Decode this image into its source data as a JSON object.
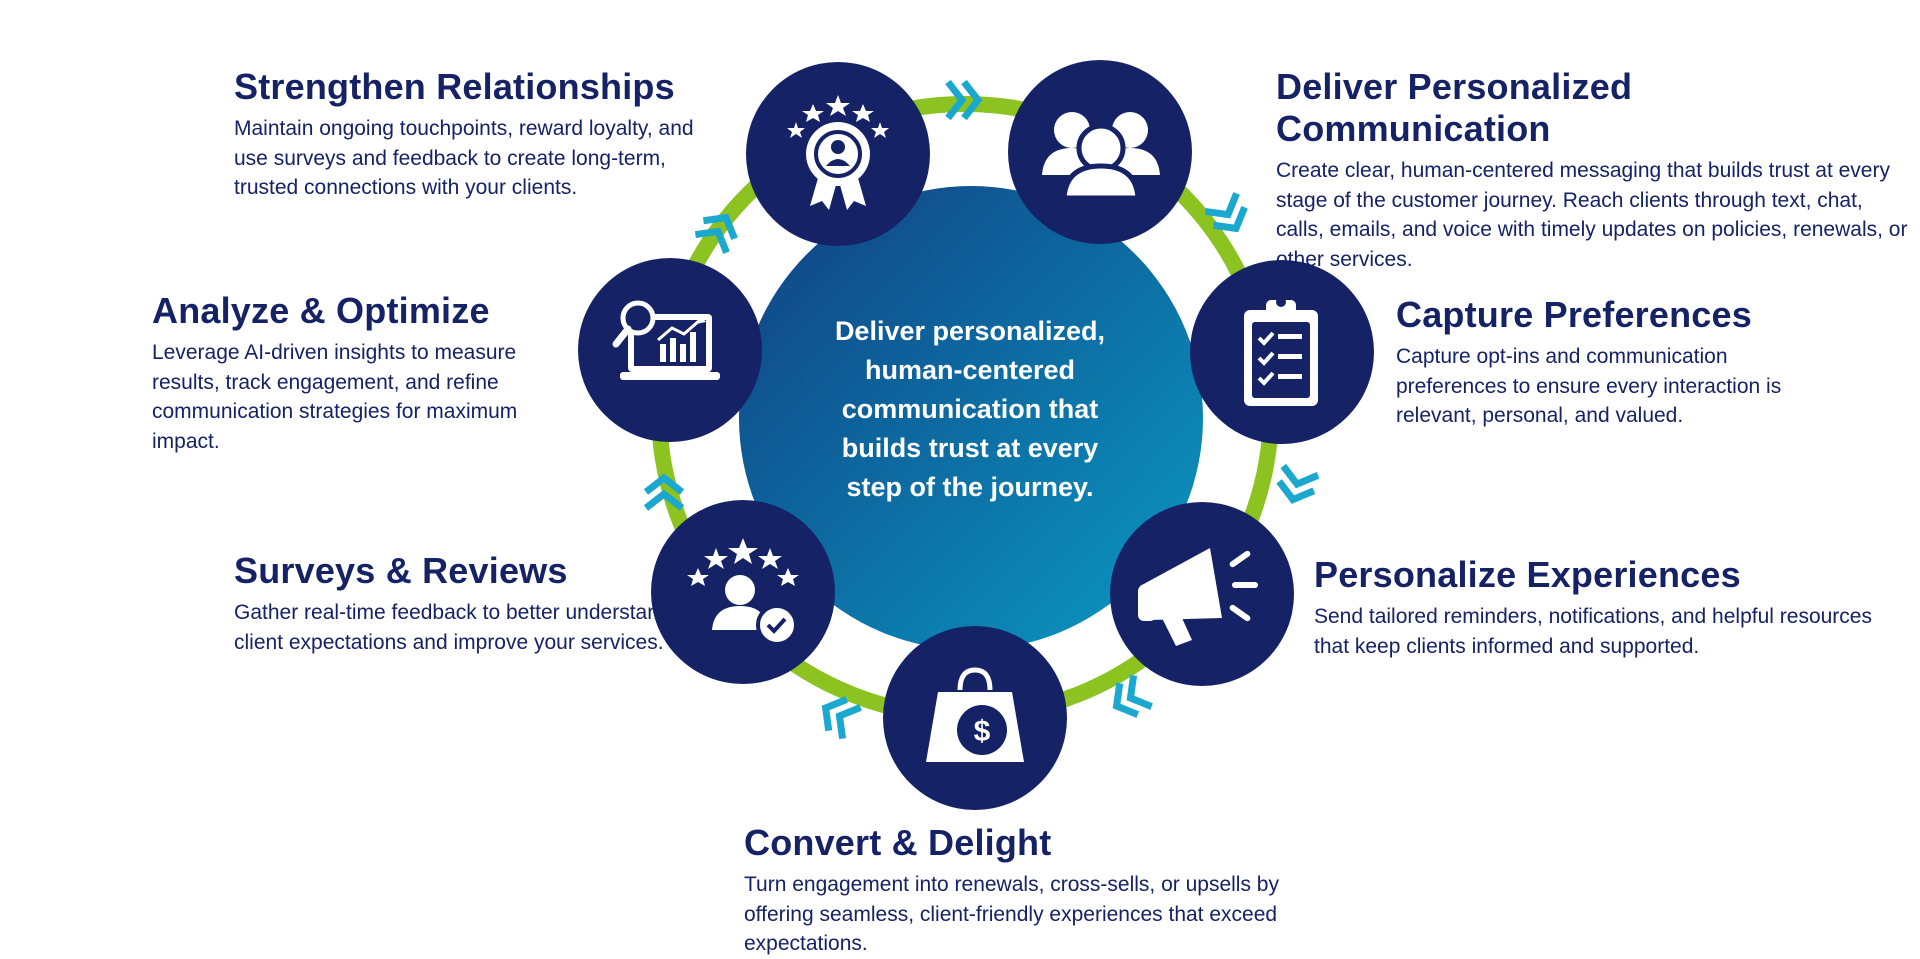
{
  "center": {
    "lines": [
      "Deliver personalized,",
      "human-centered",
      "communication that",
      "builds trust at every",
      "step of the journey."
    ]
  },
  "colors": {
    "navy": "#152266",
    "ring_green": "#8cc320",
    "chevron_teal": "#1aa8cf",
    "center_dark": "#104e8c",
    "center_light": "#0a91bd",
    "text": "#152266"
  },
  "nodes": [
    {
      "icon": "award-badge-icon",
      "title": "Strengthen Relationships",
      "description": "Maintain ongoing touchpoints, reward loyalty, and use surveys and feedback to create long-term, trusted connections with your clients."
    },
    {
      "icon": "people-group-icon",
      "title": "Deliver Personalized Communication",
      "description": "Create clear, human-centered messaging that builds trust at every stage of the customer journey. Reach clients through text, chat, calls, emails, and voice with timely updates on policies, renewals, or other services."
    },
    {
      "icon": "clipboard-checklist-icon",
      "title": "Capture Preferences",
      "description": "Capture opt-ins and communication preferences to ensure every interaction is relevant, personal, and valued."
    },
    {
      "icon": "megaphone-icon",
      "title": "Personalize Experiences",
      "description": "Send tailored reminders, notifications, and helpful resources that keep clients informed and supported."
    },
    {
      "icon": "shopping-bag-dollar-icon",
      "title": "Convert & Delight",
      "description": "Turn engagement into renewals, cross-sells, or upsells by offering seamless, client-friendly experiences that exceed expectations."
    },
    {
      "icon": "star-rating-user-icon",
      "title": "Surveys & Reviews",
      "description": "Gather real-time feedback to better understand client expectations and improve your services."
    },
    {
      "icon": "analytics-monitor-icon",
      "title": "Analyze & Optimize",
      "description": "Leverage AI-driven insights to measure results, track engagement, and refine communication strategies for maximum impact."
    }
  ]
}
